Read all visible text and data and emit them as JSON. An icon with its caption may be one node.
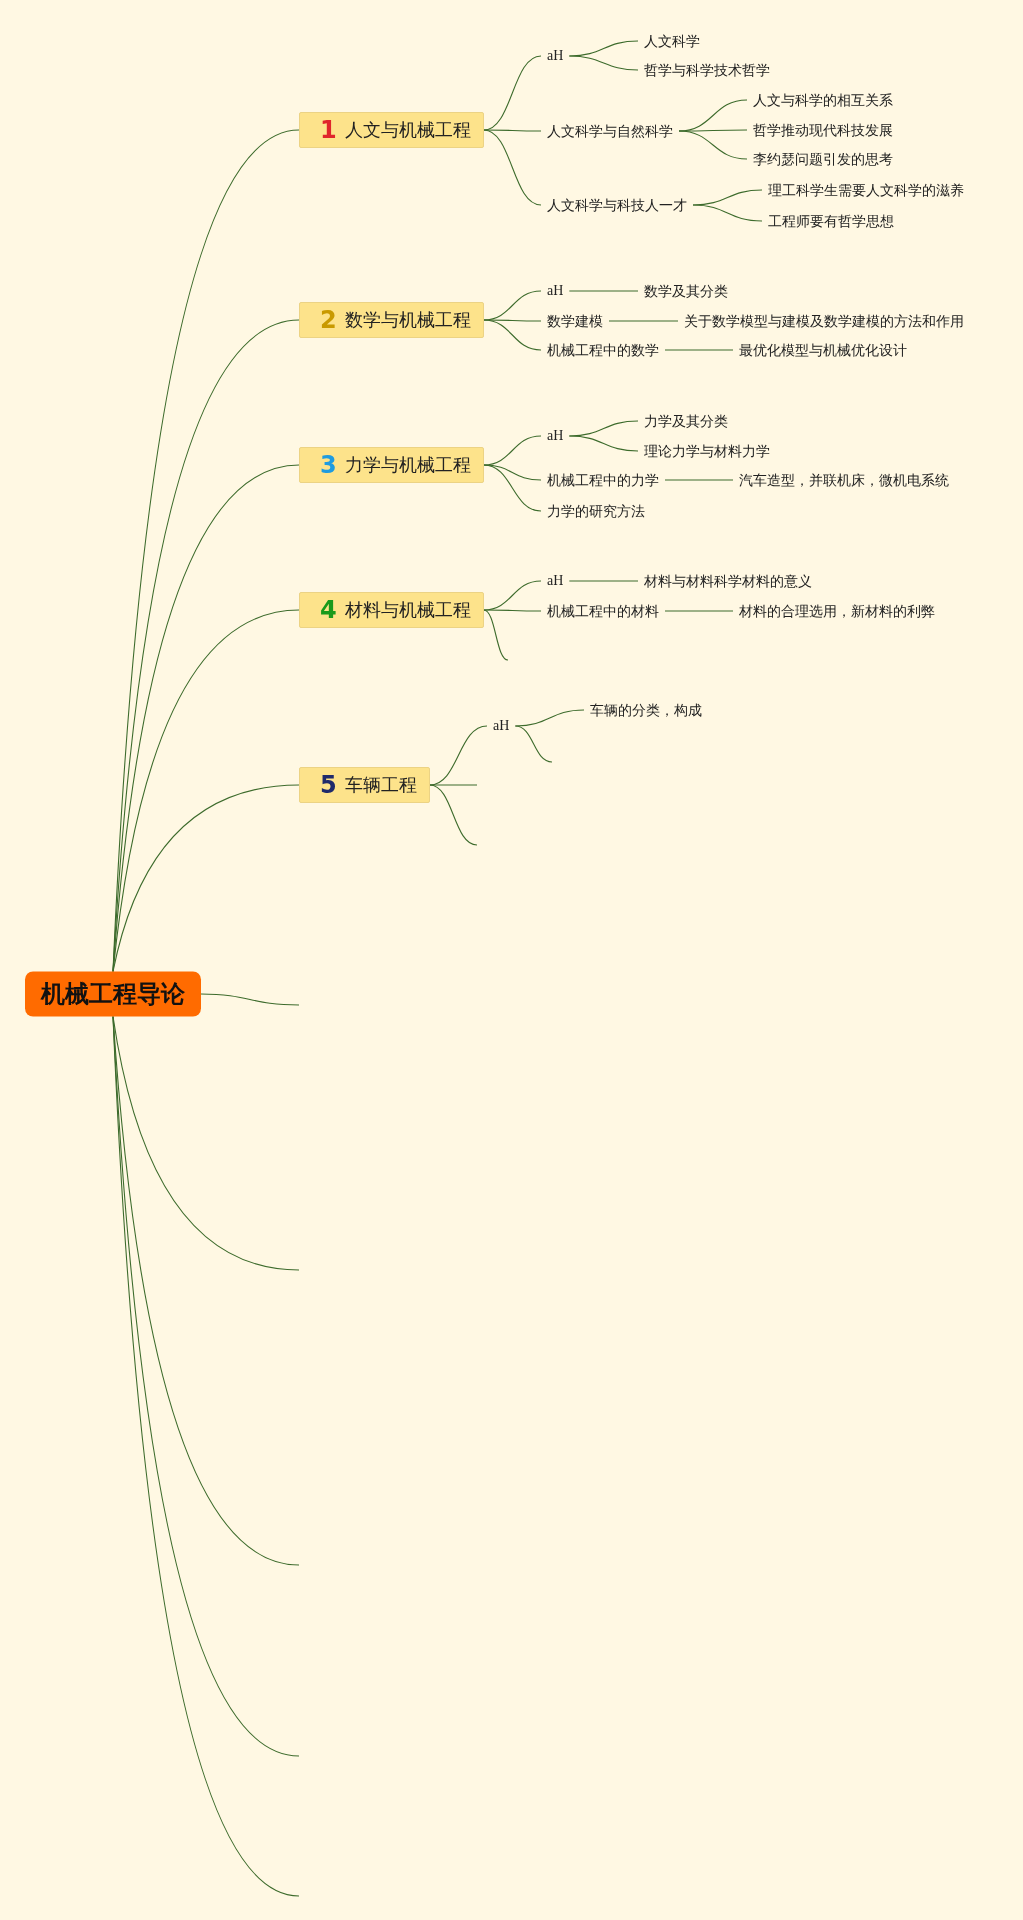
{
  "diagram": {
    "nodes": [
      {
        "text": [
          "机械工程导论"
        ]
      },
      {
        "text": [
          "1",
          "人文与机械工程"
        ]
      },
      {
        "text": [
          "aH"
        ]
      },
      {
        "text": [
          "人文科学"
        ]
      },
      {
        "text": [
          "哲学与科学技术哲学"
        ]
      },
      {
        "text": [
          "人文科学与自然科学"
        ]
      },
      {
        "text": [
          "人文与科学的相互关系"
        ]
      },
      {
        "text": [
          "哲学推动现代科技发展"
        ]
      },
      {
        "text": [
          "李约瑟问题引发的思考"
        ]
      },
      {
        "text": [
          "人文科学与科技人一才"
        ]
      },
      {
        "text": [
          "理工科学生需要人文科学的滋养"
        ]
      },
      {
        "text": [
          "工程师要有哲学思想"
        ]
      },
      {
        "text": [
          "2",
          "数学与机械工程"
        ]
      },
      {
        "text": [
          "aH"
        ]
      },
      {
        "text": [
          "数学及其分类"
        ]
      },
      {
        "text": [
          "数学建模"
        ]
      },
      {
        "text": [
          "关于数学模型与建模及数学建模的方法和作用"
        ]
      },
      {
        "text": [
          "机械工程中的数学"
        ]
      },
      {
        "text": [
          "最优化模型与机械优化设计"
        ]
      },
      {
        "text": [
          "3",
          "力学与机械工程"
        ]
      },
      {
        "text": [
          "aH"
        ]
      },
      {
        "text": [
          "力学及其分类"
        ]
      },
      {
        "text": [
          "理论力学与材料力学"
        ]
      },
      {
        "text": [
          "机械工程中的力学"
        ]
      },
      {
        "text": [
          "汽车造型，并联机床，微机电系统"
        ]
      },
      {
        "text": [
          "力学的研究方法"
        ]
      },
      {
        "text": [
          "4",
          "材料与机械工程"
        ]
      },
      {
        "text": [
          "aH"
        ]
      },
      {
        "text": [
          "材料与材料科学材料的意义"
        ]
      },
      {
        "text": [
          "机械工程中的材料"
        ]
      },
      {
        "text": [
          "材料的合理选用，新材料的利弊"
        ]
      },
      {
        "text": [
          "5",
          "车辆工程"
        ]
      },
      {
        "text": [
          "aH"
        ]
      },
      {
        "text": [
          "车辆的分类，构成"
        ]
      }
    ],
    "edges": [
      {
        "from": 0,
        "to": 1,
        "arrow": "none"
      },
      {
        "from": 1,
        "to": 2,
        "arrow": "none"
      },
      {
        "from": 2,
        "to": 3,
        "arrow": "none"
      },
      {
        "from": 2,
        "to": 4,
        "arrow": "none"
      },
      {
        "from": 1,
        "to": 5,
        "arrow": "none"
      },
      {
        "from": 5,
        "to": 6,
        "arrow": "none"
      },
      {
        "from": 5,
        "to": 7,
        "arrow": "none"
      },
      {
        "from": 5,
        "to": 8,
        "arrow": "none"
      },
      {
        "from": 1,
        "to": 9,
        "arrow": "none"
      },
      {
        "from": 9,
        "to": 10,
        "arrow": "none"
      },
      {
        "from": 9,
        "to": 11,
        "arrow": "none"
      },
      {
        "from": 0,
        "to": 12,
        "arrow": "none"
      },
      {
        "from": 12,
        "to": 13,
        "arrow": "none"
      },
      {
        "from": 13,
        "to": 14,
        "arrow": "none"
      },
      {
        "from": 12,
        "to": 15,
        "arrow": "none"
      },
      {
        "from": 15,
        "to": 16,
        "arrow": "none"
      },
      {
        "from": 12,
        "to": 17,
        "arrow": "none"
      },
      {
        "from": 17,
        "to": 18,
        "arrow": "none"
      },
      {
        "from": 0,
        "to": 19,
        "arrow": "none"
      },
      {
        "from": 19,
        "to": 20,
        "arrow": "none"
      },
      {
        "from": 20,
        "to": 21,
        "arrow": "none"
      },
      {
        "from": 20,
        "to": 22,
        "arrow": "none"
      },
      {
        "from": 19,
        "to": 23,
        "arrow": "none"
      },
      {
        "from": 23,
        "to": 24,
        "arrow": "none"
      },
      {
        "from": 19,
        "to": 25,
        "arrow": "none"
      },
      {
        "from": 0,
        "to": 26,
        "arrow": "none"
      },
      {
        "from": 26,
        "to": 27,
        "arrow": "none"
      },
      {
        "from": 27,
        "to": 28,
        "arrow": "none"
      },
      {
        "from": 26,
        "to": 29,
        "arrow": "none"
      },
      {
        "from": 29,
        "to": 30,
        "arrow": "none"
      },
      {
        "from": 26,
        "to": null,
        "arrow": "none"
      },
      {
        "from": 0,
        "to": 31,
        "arrow": "none"
      },
      {
        "from": 31,
        "to": 32,
        "arrow": "none"
      },
      {
        "from": 32,
        "to": 33,
        "arrow": "none"
      },
      {
        "from": 32,
        "to": null,
        "arrow": "none"
      },
      {
        "from": 31,
        "to": null,
        "arrow": "none"
      },
      {
        "from": 31,
        "to": null,
        "arrow": "none"
      },
      {
        "from": 0,
        "to": null,
        "arrow": "none"
      },
      {
        "from": 0,
        "to": null,
        "arrow": "none"
      },
      {
        "from": 0,
        "to": null,
        "arrow": "none"
      },
      {
        "from": 0,
        "to": null,
        "arrow": "none"
      },
      {
        "from": 0,
        "to": null,
        "arrow": "none"
      }
    ]
  }
}
